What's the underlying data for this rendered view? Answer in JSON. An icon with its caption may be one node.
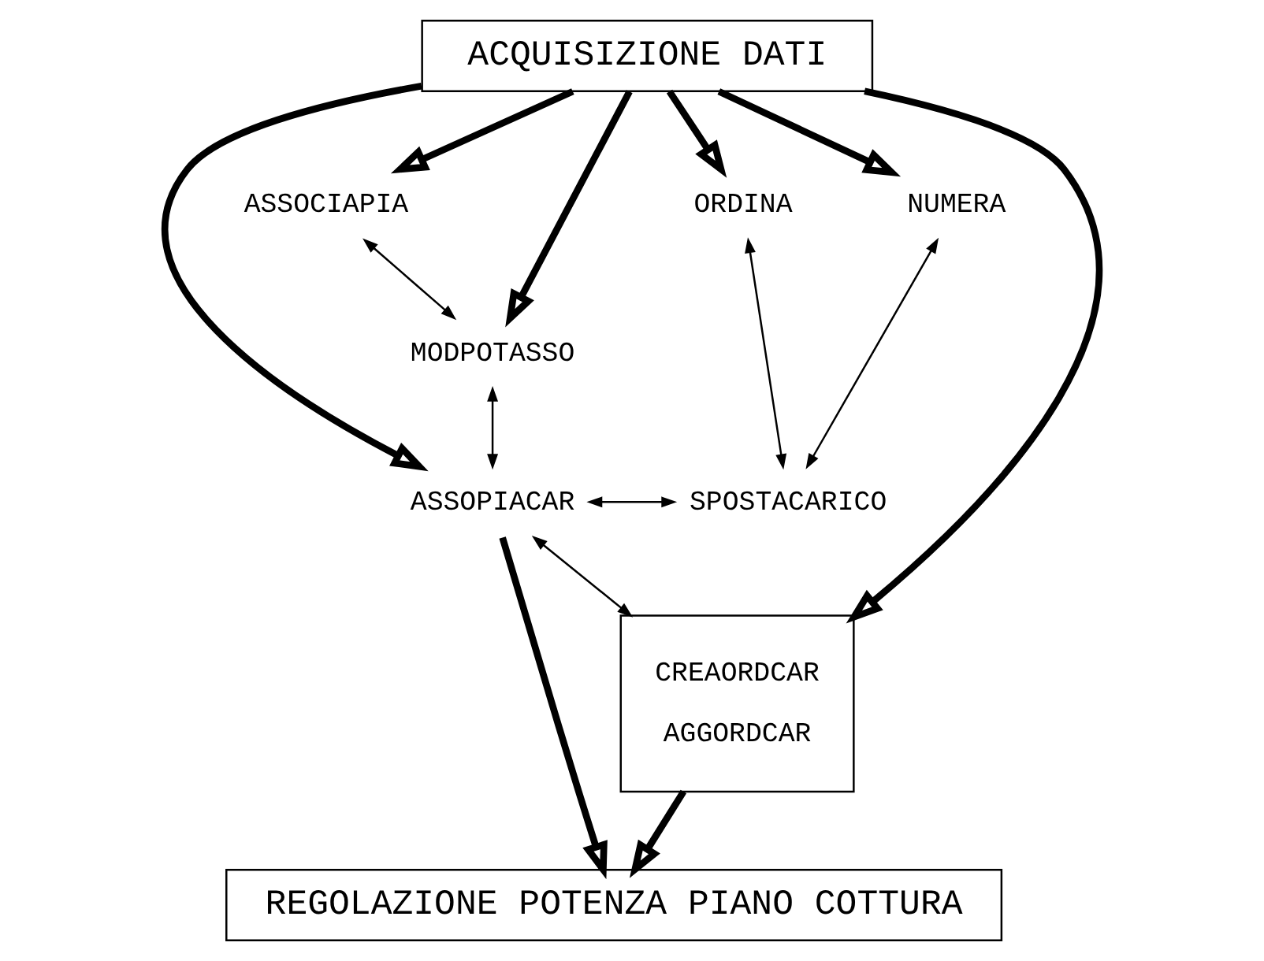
{
  "diagram": {
    "nodes": [
      {
        "text": [
          "ACQUISIZIONE DATI"
        ]
      },
      {
        "text": [
          "ASSOCIAPIA"
        ]
      },
      {
        "text": [
          "MODPOTASSO"
        ]
      },
      {
        "text": [
          "ORDINA"
        ]
      },
      {
        "text": [
          "NUMERA"
        ]
      },
      {
        "text": [
          "ASSOPIACAR"
        ]
      },
      {
        "text": [
          "SPOSTACARICO"
        ]
      },
      {
        "text": [
          "CREAORDCAR",
          "AGGORDCAR"
        ]
      },
      {
        "text": [
          "REGOLAZIONE POTENZA PIANO COTTURA"
        ]
      }
    ],
    "edges": [
      {
        "from": 0,
        "to": 1,
        "arrow": "to"
      },
      {
        "from": 0,
        "to": 2,
        "arrow": "to"
      },
      {
        "from": 0,
        "to": 5,
        "arrow": "to"
      },
      {
        "from": 0,
        "to": 3,
        "arrow": "to"
      },
      {
        "from": 0,
        "to": 4,
        "arrow": "to"
      },
      {
        "from": 0,
        "to": 7,
        "arrow": "to"
      },
      {
        "from": 1,
        "to": 2,
        "arrow": "both"
      },
      {
        "from": 2,
        "to": 5,
        "arrow": "both"
      },
      {
        "from": 3,
        "to": 6,
        "arrow": "both"
      },
      {
        "from": 4,
        "to": 6,
        "arrow": "both"
      },
      {
        "from": 5,
        "to": 6,
        "arrow": "both"
      },
      {
        "from": 5,
        "to": 7,
        "arrow": "both"
      },
      {
        "from": 5,
        "to": 8,
        "arrow": "to"
      },
      {
        "from": 7,
        "to": 8,
        "arrow": "to"
      }
    ]
  }
}
